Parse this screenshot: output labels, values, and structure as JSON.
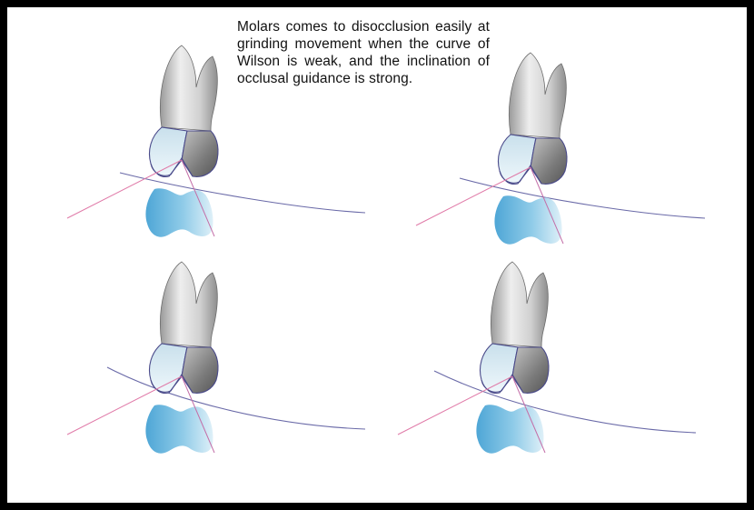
{
  "caption": {
    "text": "Molars comes to disocclusion easily at grinding movement when the curve of Wilson is weak, and the inclination of occlusal guidance is strong."
  },
  "panels": [
    {
      "id": "top-left",
      "description_icon": "molar-occlusion-icon"
    },
    {
      "id": "top-right",
      "description_icon": "molar-occlusion-icon"
    },
    {
      "id": "bottom-left",
      "description_icon": "molar-occlusion-icon"
    },
    {
      "id": "bottom-right",
      "description_icon": "molar-occlusion-icon"
    }
  ],
  "colors": {
    "frame": "#000000",
    "background": "#ffffff",
    "tooth_root": "#c8c8c8",
    "crown_enamel": "#d9ecf5",
    "crown_dark": "#7a7a7a",
    "lower_tooth": "#8ec9e6",
    "wilson_curve": "#6a6aa8",
    "guidance_line": "#e07aa8"
  }
}
